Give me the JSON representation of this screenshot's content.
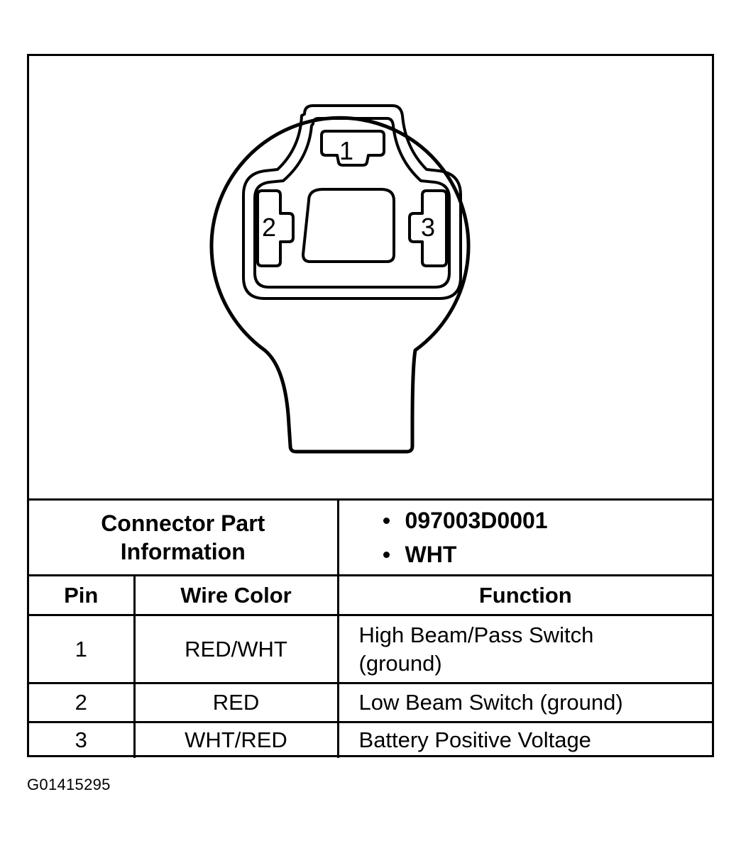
{
  "connector": {
    "pin_labels": [
      "1",
      "2",
      "3"
    ]
  },
  "part_info": {
    "label_line1": "Connector Part",
    "label_line2": "Information",
    "part_number": "097003D0001",
    "color": "WHT"
  },
  "table": {
    "headers": {
      "pin": "Pin",
      "wire_color": "Wire Color",
      "function": "Function"
    },
    "rows": [
      {
        "pin": "1",
        "wire_color": "RED/WHT",
        "function_line1": "High Beam/Pass Switch",
        "function_line2": "(ground)"
      },
      {
        "pin": "2",
        "wire_color": "RED",
        "function_line1": "Low Beam Switch (ground)",
        "function_line2": ""
      },
      {
        "pin": "3",
        "wire_color": "WHT/RED",
        "function_line1": "Battery Positive Voltage",
        "function_line2": ""
      }
    ]
  },
  "figure_id": "G01415295"
}
